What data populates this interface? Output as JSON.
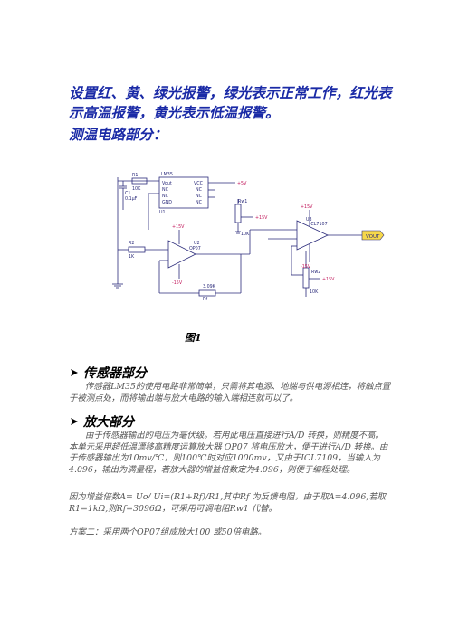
{
  "headings": {
    "line1": "设置红、黄、绿光报警，绿光表示正常工作，红光表",
    "line2": "示高温报警，黄光表示低温报警。",
    "line3": "测温电路部分："
  },
  "circuit": {
    "u1_part": "LM35",
    "u1_name": "U1",
    "u1_pins_left": [
      "Vout",
      "NC",
      "NC",
      "GND"
    ],
    "u1_pins_right": [
      "VCC",
      "NC",
      "NC",
      "NC"
    ],
    "r1": "R1",
    "r1_val": "10K",
    "c1": "C1",
    "c1_val": "0.1μF",
    "rw1": "Rw1",
    "rw1_val": "10K",
    "r2": "R2",
    "r2_val": "1K",
    "u2": "U2",
    "u2_part": "OP07",
    "rf": "Rf",
    "rf_val": "3.09K",
    "u3": "U3",
    "u3_part": "ICL7107",
    "rw2": "Rw2",
    "rw2_val": "10K",
    "vcc_pos": "+15V",
    "vcc_neg": "-15V",
    "vout_label": "VOUT",
    "vplus": "+5V"
  },
  "figure_caption": "图1",
  "sections": {
    "sensor_title": "传感器部分",
    "sensor_text": "传感器LM35的使用电路非常简单，只需将其电源、地端与供电源相连，将触点置于被测点处，而将输出端与放大电路的输入端相连就可以了。",
    "amp_title": "放大部分",
    "amp_text": "由于传感器输出的电压为毫伏级。若用此电压直接进行A/D 转换，则精度不高。本单元采用超低温漂移高精度运算放大器 OP07 将电压放大，便于进行A/D 转换。由于传感器输出为10mv/℃，则100℃时对应1000mv，又由于ICL7109，当输入为4.096，输出为满量程，若放大器的增益倍数定为4.096，则便于编程处理。",
    "formula_text": "因为增益倍数A= Uo/ Ui=(R1+Rf)/R1,其中Rf 为反馈电阻，由于取A=4.096,若取R1=1kΩ,则Rf=3096Ω，可采用可调电阻Rw1 代替。",
    "plan_text": "方案二：采用两个OP07组成放大100 或50倍电路。"
  },
  "colors": {
    "heading": "#1a2aa6",
    "body_text": "#555555",
    "wire": "#2a2a7a",
    "power_label": "#c2185b"
  }
}
